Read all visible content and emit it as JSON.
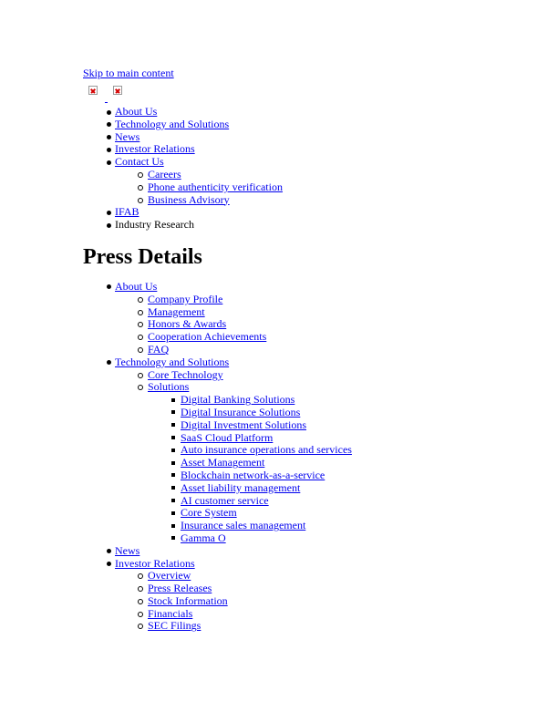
{
  "skip_link": "Skip to main content",
  "top_nav": [
    {
      "label": "About Us",
      "link": true
    },
    {
      "label": "Technology and Solutions",
      "link": true
    },
    {
      "label": "News",
      "link": true
    },
    {
      "label": "Investor Relations",
      "link": true
    },
    {
      "label": "Contact Us",
      "link": true,
      "children": [
        "Careers",
        "Phone authenticity verification",
        "Business Advisory"
      ]
    },
    {
      "label": "IFAB",
      "link": true
    },
    {
      "label": "Industry Research",
      "link": false
    }
  ],
  "page_title": "Press Details",
  "main_nav": {
    "about": {
      "label": "About Us",
      "children": [
        "Company Profile",
        "Management",
        "Honors & Awards",
        "Cooperation Achievements",
        "FAQ"
      ]
    },
    "tech": {
      "label": "Technology and Solutions",
      "core": "Core Technology",
      "solutions_label": "Solutions",
      "solutions": [
        "Digital Banking Solutions",
        "Digital Insurance Solutions",
        "Digital Investment Solutions",
        "SaaS Cloud Platform",
        "Auto insurance operations and services",
        "Asset Management",
        "Blockchain network-as-a-service",
        "Asset liability management",
        "AI customer service",
        "Core System",
        "Insurance sales management",
        "Gamma O"
      ]
    },
    "news": "News",
    "investor": {
      "label": "Investor Relations",
      "children": [
        "Overview",
        "Press Releases",
        "Stock Information",
        "Financials",
        "SEC Filings"
      ]
    }
  }
}
